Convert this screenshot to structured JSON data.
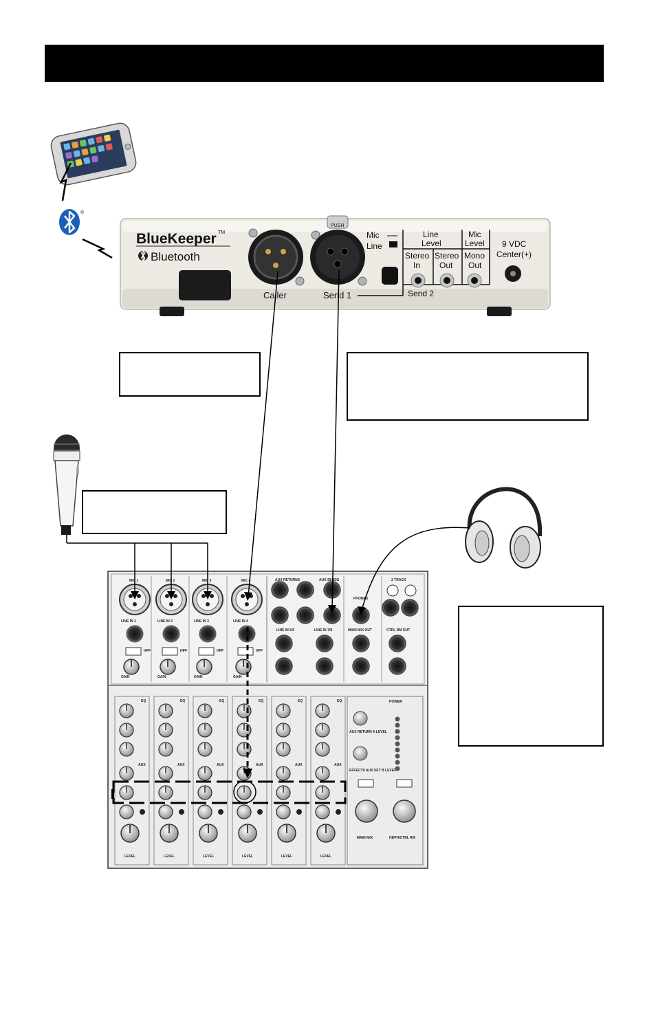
{
  "device": {
    "brand": "BlueKeeper",
    "trademark": "TM",
    "bluetooth_label": "Bluetooth",
    "push_label": "PUSH",
    "caller_label": "Caller",
    "send1_label": "Send 1",
    "send2_label": "Send 2",
    "mic_switch_label": "Mic",
    "line_switch_label": "Line",
    "line_level_line1": "Line",
    "line_level_line2": "Level",
    "mic_level_line1": "Mic",
    "mic_level_line2": "Level",
    "stereo_in_line1": "Stereo",
    "stereo_in_line2": "In",
    "stereo_out_line1": "Stereo",
    "stereo_out_line2": "Out",
    "mono_out_line1": "Mono",
    "mono_out_line2": "Out",
    "power_line1": "9 VDC",
    "power_line2": "Center(+)"
  },
  "mixer": {
    "mic_labels": [
      "MIC 1",
      "MIC 2",
      "MIC 3",
      "MIC 4"
    ],
    "line_in_labels": [
      "LINE IN 1",
      "LINE IN 2",
      "LINE IN 3",
      "LINE IN 4"
    ],
    "gain_label": "GAIN",
    "hpf_label": "HPF",
    "aux_returns": "AUX RETURNS",
    "aux_sends": "AUX SENDS",
    "phones": "PHONES",
    "two_track": "2 TRACK",
    "line_in_56": "LINE IN 5/6",
    "line_in_78": "LINE IN 7/8",
    "main_mix_out": "MAIN MIX OUT",
    "ctrl_rm_out": "CTRL RM OUT",
    "level_label": "LEVEL",
    "aux_label": "AUX",
    "eq_label": "EQ",
    "power": "POWER",
    "main_mix": "MAIN MIX",
    "phones_ctrl_rm": "HDPH/CTRL RM",
    "aux_return_level": "AUX RETURN A LEVEL",
    "effects_level": "EFFECTS AUX SET B LEVEL"
  },
  "colors": {
    "header": "#000000",
    "device_body": "#eceae3",
    "mixer_body": "#ececec",
    "bluetooth_blue": "#1c5fb8"
  },
  "icons": [
    "phone-icon",
    "bluetooth-icon",
    "microphone-icon",
    "headphones-icon"
  ]
}
